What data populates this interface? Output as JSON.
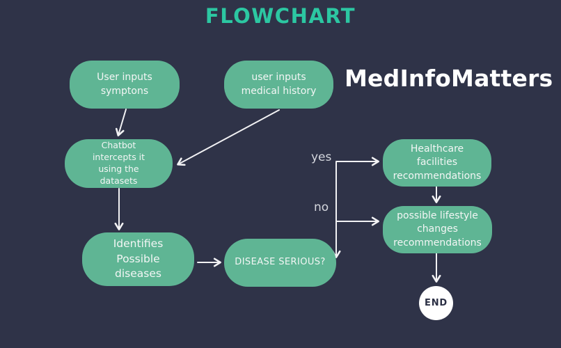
{
  "header": {
    "title": "FLOWCHART",
    "brand": "MedInfoMatters"
  },
  "colors": {
    "background": "#2f3348",
    "node_fill": "#5fb594",
    "title_accent": "#2cc7a2",
    "node_text": "#f3f6f5",
    "arrow": "#f2f2f4",
    "branch_label_text": "#d5d7de",
    "end_fill": "#ffffff",
    "end_text": "#2c3045"
  },
  "flowchart": {
    "nodes": [
      {
        "id": "user-inputs-symptoms",
        "label": "User inputs\nsymptons"
      },
      {
        "id": "user-inputs-medical-history",
        "label": "user inputs\nmedical history"
      },
      {
        "id": "chatbot-intercepts",
        "label": "Chatbot\nintercepts it\nusing the\ndatasets"
      },
      {
        "id": "identifies-possible-diseases",
        "label": "Identifies\nPossible\ndiseases"
      },
      {
        "id": "disease-serious",
        "label": "DISEASE SERIOUS?"
      },
      {
        "id": "healthcare-facilities",
        "label": "Healthcare\nfacilities\nrecommendations"
      },
      {
        "id": "lifestyle-changes",
        "label": "possible lifestyle\nchanges\nrecommendations"
      }
    ],
    "branch_labels": {
      "yes": "yes",
      "no": "no"
    },
    "terminator": {
      "label": "END"
    }
  }
}
